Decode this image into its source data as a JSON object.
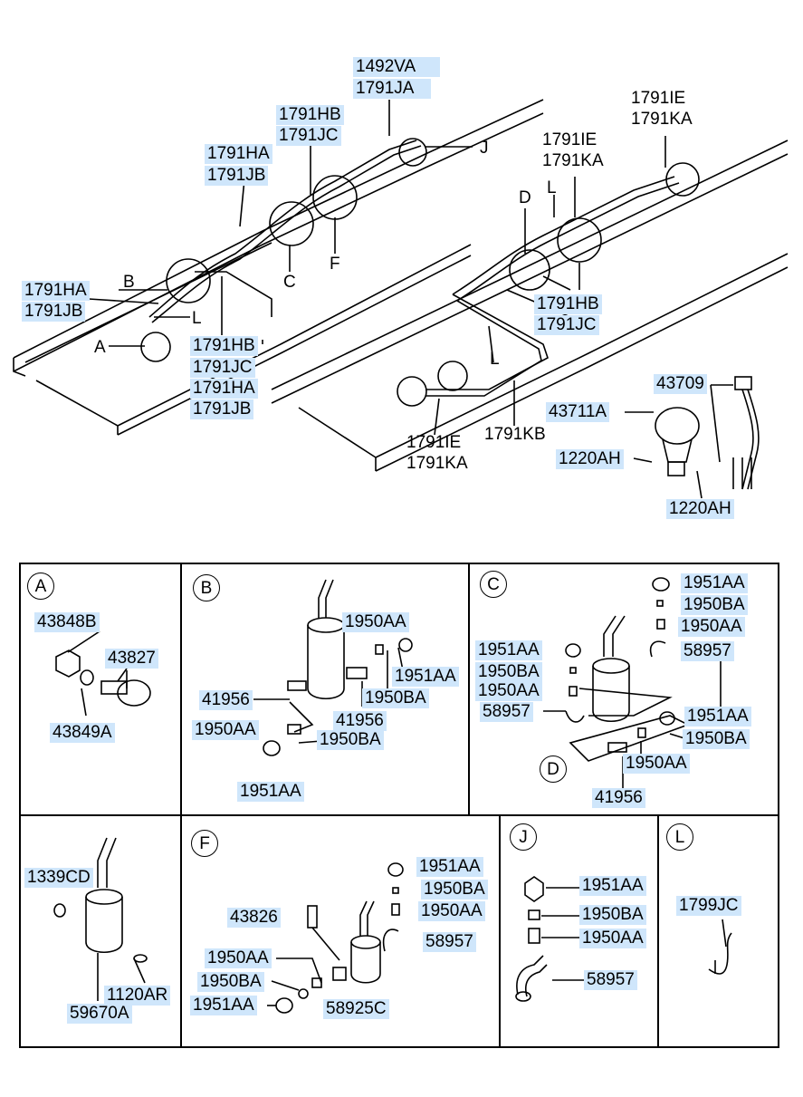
{
  "callouts": {
    "p1492VA": "1492VA",
    "p1791JA": "1791JA",
    "p1791HB": "1791HB",
    "p1791JC": "1791JC",
    "p1791HA": "1791HA",
    "p1791JB": "1791JB",
    "p1791IE": "1791IE",
    "p1791KA": "1791KA",
    "p1791KB": "1791KB",
    "p43709": "43709",
    "p43711A": "43711A",
    "p1220AH": "1220AH",
    "p43848B": "43848B",
    "p43827": "43827",
    "p43849A": "43849A",
    "p1950AA": "1950AA",
    "p1951AA": "1951AA",
    "p1950BA": "1950BA",
    "p41956": "41956",
    "p58957": "58957",
    "p1339CD": "1339CD",
    "p1120AR": "1120AR",
    "p59670A": "59670A",
    "p43826": "43826",
    "p58925C": "58925C",
    "p1799JC": "1799JC"
  },
  "letters": {
    "A": "A",
    "B": "B",
    "C": "C",
    "D": "D",
    "F": "F",
    "J": "J",
    "L": "L"
  }
}
